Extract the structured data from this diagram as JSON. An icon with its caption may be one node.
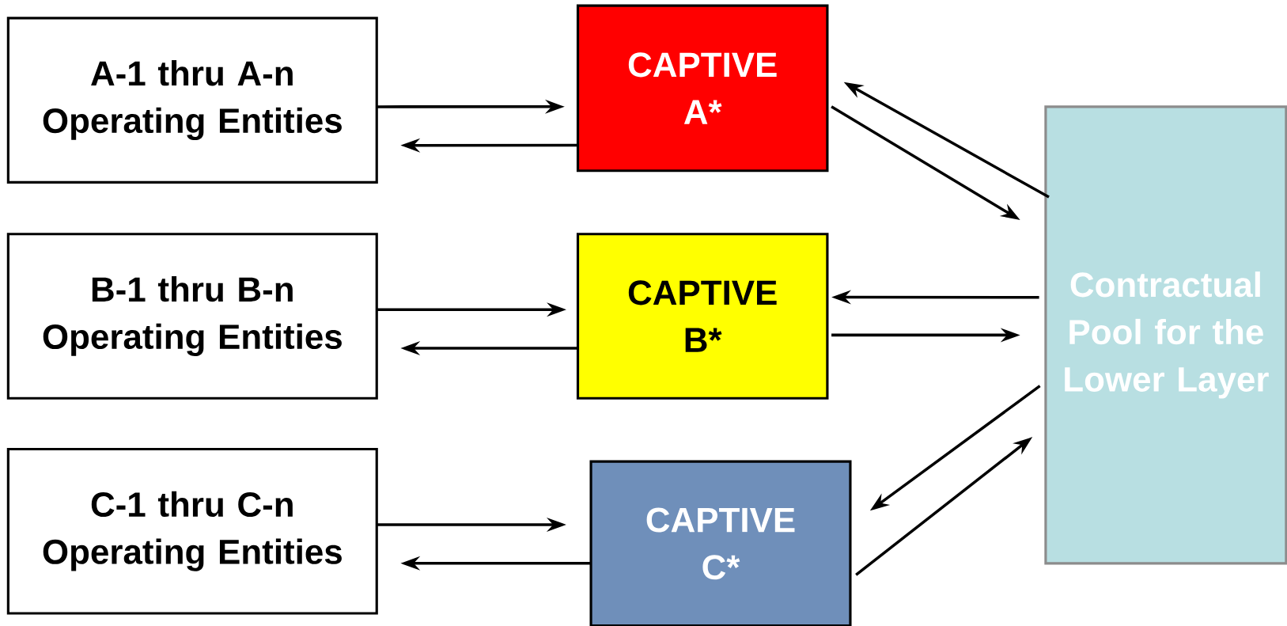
{
  "diagram": {
    "nodes": [
      {
        "text": [
          "A-1 thru A-n Operating Entities"
        ]
      },
      {
        "text": [
          "CAPTIVE A*"
        ]
      },
      {
        "text": [
          "Contractual Pool for the Lower Layer"
        ]
      },
      {
        "text": [
          "B-1 thru B-n Operating Entities"
        ]
      },
      {
        "text": [
          "CAPTIVE B*"
        ]
      },
      {
        "text": [
          "C-1 thru C-n Operating Entities"
        ]
      },
      {
        "text": [
          "CAPTIVE C*"
        ]
      }
    ],
    "edges": [
      {
        "from": 0,
        "to": 1,
        "arrow": "to"
      },
      {
        "from": 1,
        "to": 0,
        "arrow": "to"
      },
      {
        "from": 3,
        "to": 4,
        "arrow": "to"
      },
      {
        "from": 4,
        "to": 3,
        "arrow": "to"
      },
      {
        "from": 5,
        "to": 6,
        "arrow": "to"
      },
      {
        "from": 6,
        "to": 5,
        "arrow": "to"
      },
      {
        "from": 2,
        "to": 1,
        "arrow": "to"
      },
      {
        "from": 1,
        "to": 2,
        "arrow": "to"
      },
      {
        "from": 2,
        "to": 4,
        "arrow": "to"
      },
      {
        "from": 4,
        "to": 2,
        "arrow": "to"
      },
      {
        "from": 2,
        "to": 6,
        "arrow": "to"
      },
      {
        "from": 6,
        "to": 2,
        "arrow": "to"
      }
    ]
  }
}
